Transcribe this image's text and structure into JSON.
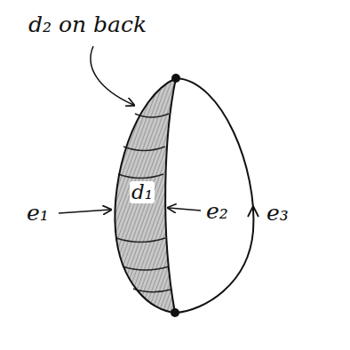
{
  "diagram": {
    "labels": [
      "d₂ on back",
      "d₁",
      "e₁",
      "e₂",
      "e₃"
    ]
  }
}
